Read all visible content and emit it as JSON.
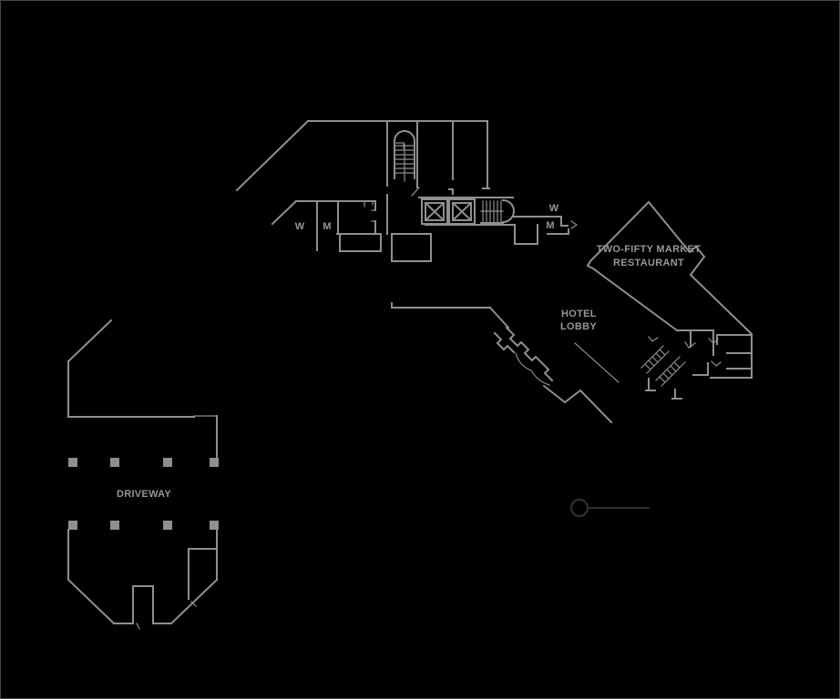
{
  "canvas": {
    "background_color": "#000000",
    "wall_color": "#8f8f8f",
    "text_color": "#969696",
    "key_symbol_color": "#322a2c"
  },
  "floor_plan": {
    "labels": {
      "restaurant_line1": "TWO-FIFTY MARKET",
      "restaurant_line2": "RESTAURANT",
      "hotel_lobby_line1": "HOTEL",
      "hotel_lobby_line2": "LOBBY",
      "driveway": "DRIVEWAY",
      "womens_room_west": "W",
      "mens_room_west": "M",
      "womens_room_east": "W",
      "mens_room_east": "M"
    },
    "symbols": [
      "stair-north-icon",
      "elevator-icon",
      "stair-east-icon",
      "escalator-icon",
      "reception-desk-icon",
      "column-icon",
      "key-leader-symbol"
    ]
  }
}
